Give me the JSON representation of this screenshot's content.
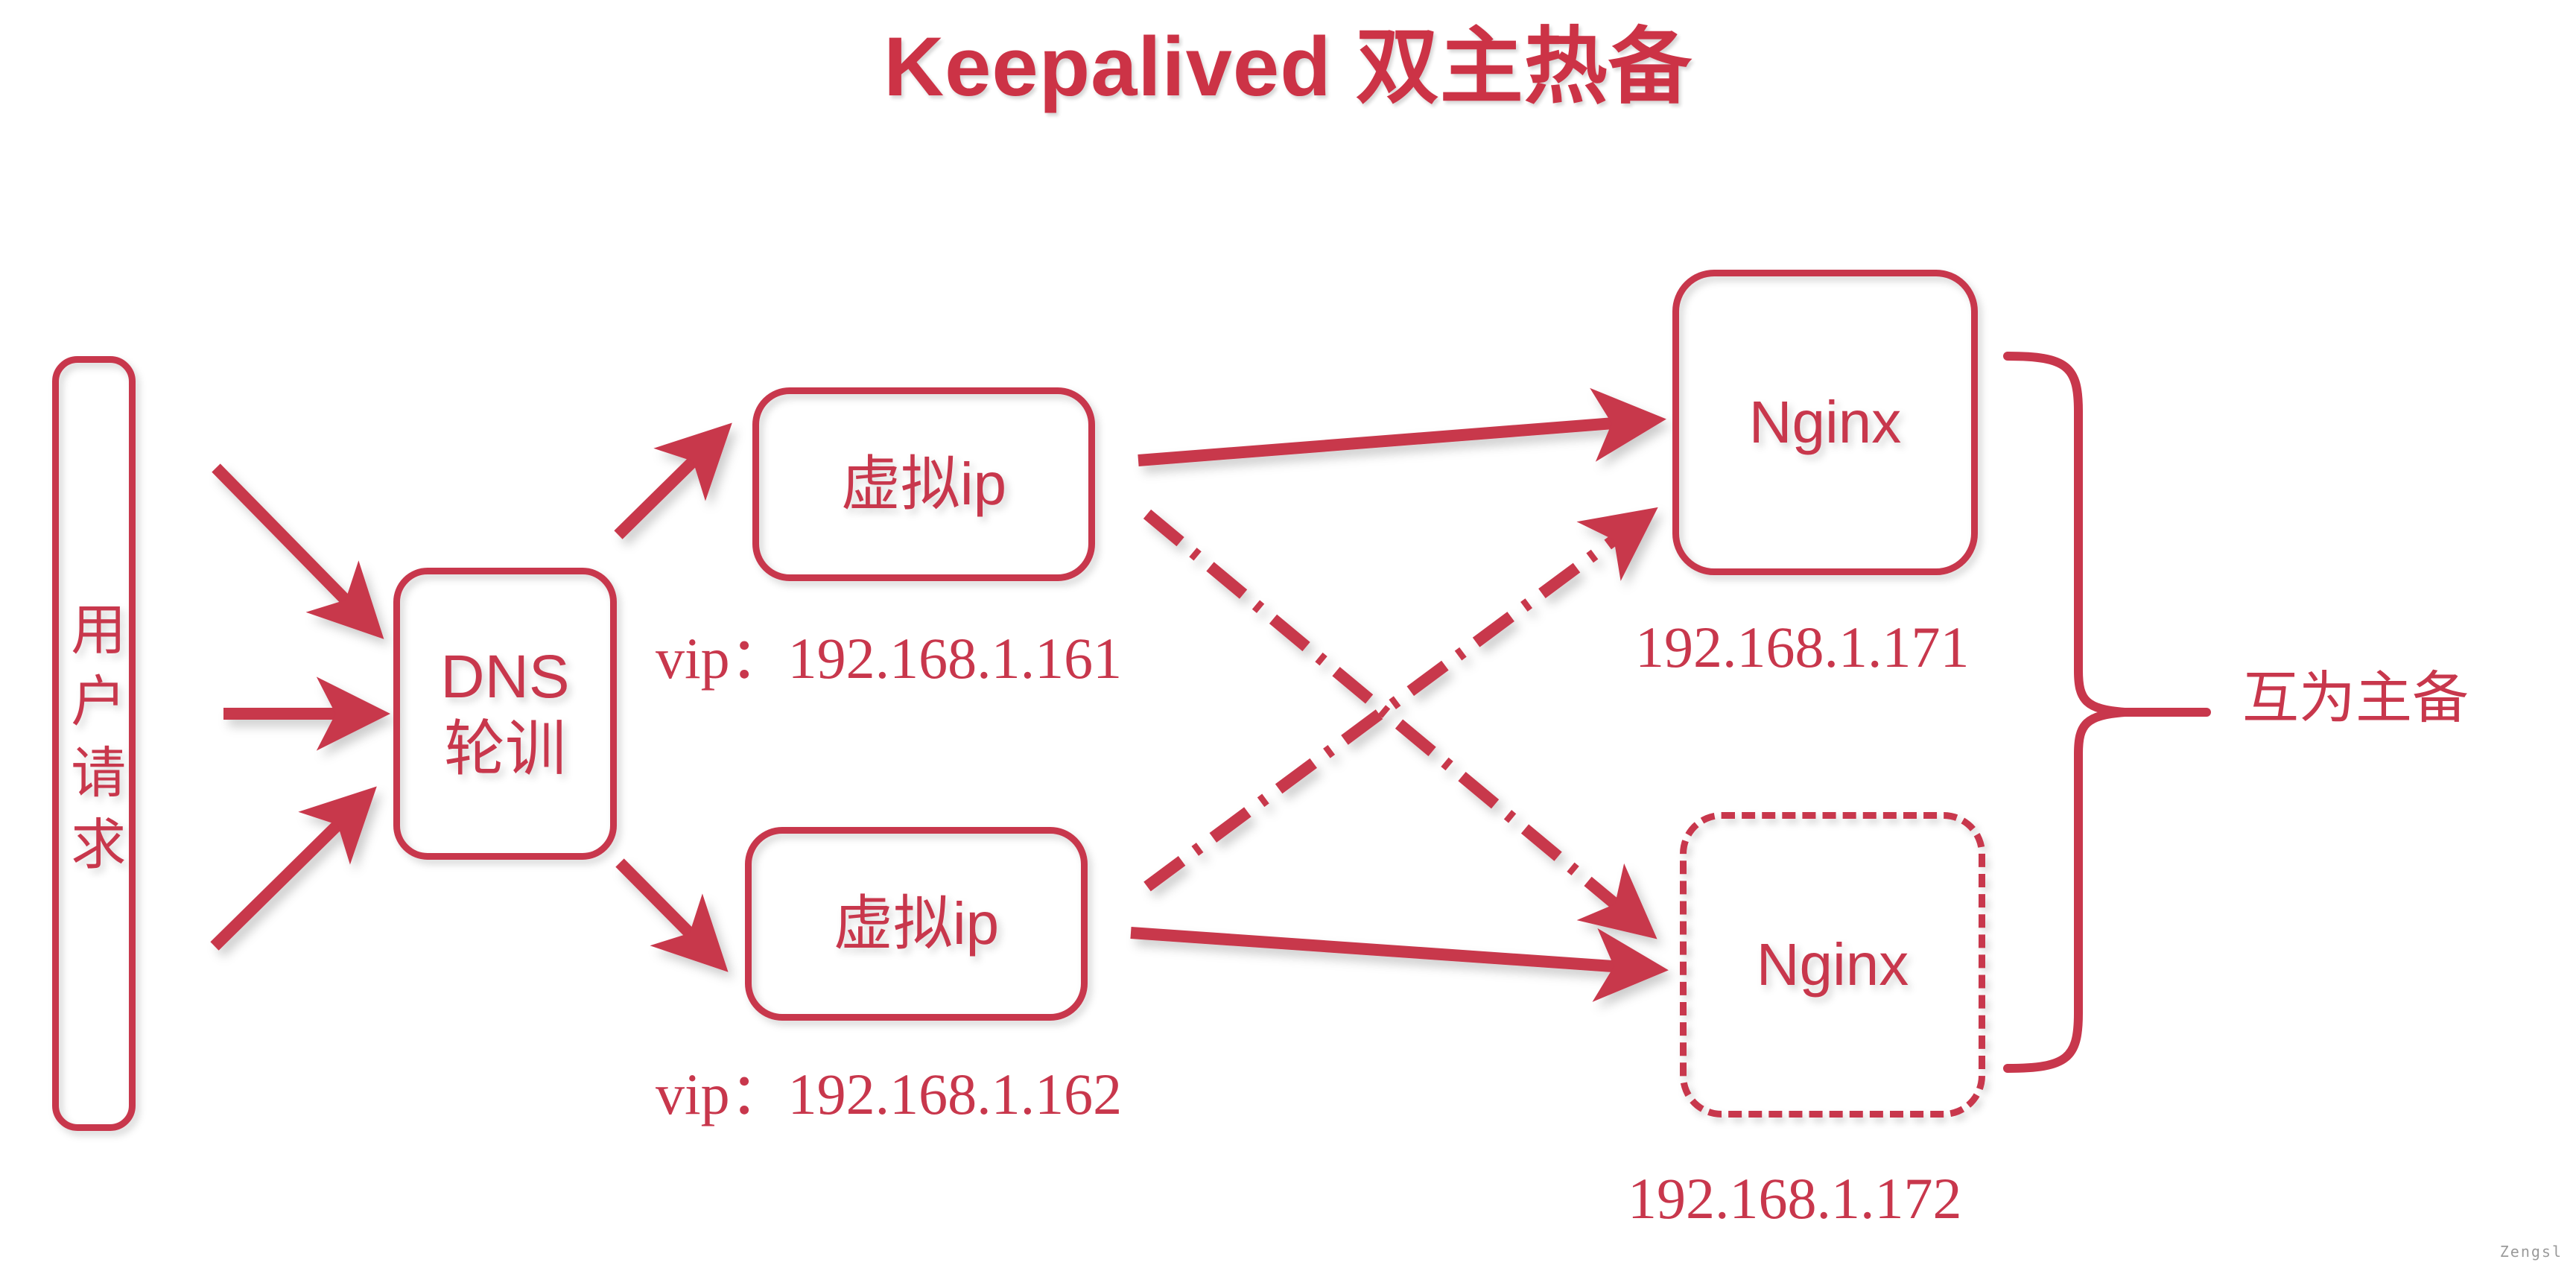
{
  "page": {
    "title": "Keepalived 双主热备",
    "background_color": "#ffffff",
    "accent_color": "#C8374C",
    "title_color": "#CC3346",
    "watermark": "Zengsl"
  },
  "nodes": {
    "user_request": {
      "label": "用户请求",
      "shape": "rounded-rect",
      "border": "solid"
    },
    "dns": {
      "label": "DNS\n轮训",
      "shape": "rounded-rect",
      "border": "solid"
    },
    "vip_1": {
      "label": "虚拟ip",
      "shape": "rounded-rect",
      "border": "solid"
    },
    "vip_2": {
      "label": "虚拟ip",
      "shape": "rounded-rect",
      "border": "solid"
    },
    "nginx_1": {
      "label": "Nginx",
      "shape": "rounded-rect",
      "border": "solid"
    },
    "nginx_2": {
      "label": "Nginx",
      "shape": "rounded-rect",
      "border": "dash-dot"
    }
  },
  "captions": {
    "vip_1_addr": "vip：192.168.1.161",
    "vip_2_addr": "vip：192.168.1.162",
    "nginx_1_addr": "192.168.1.171",
    "nginx_2_addr": "192.168.1.172",
    "mutual_backup": "互为主备"
  },
  "edges": [
    {
      "from": "user_request",
      "to": "dns",
      "style": "solid",
      "arrow": true,
      "direction": "down-right"
    },
    {
      "from": "user_request",
      "to": "dns",
      "style": "solid",
      "arrow": true,
      "direction": "right"
    },
    {
      "from": "user_request",
      "to": "dns",
      "style": "solid",
      "arrow": true,
      "direction": "up-right"
    },
    {
      "from": "dns",
      "to": "vip_1",
      "style": "solid",
      "arrow": true,
      "direction": "up-right"
    },
    {
      "from": "dns",
      "to": "vip_2",
      "style": "solid",
      "arrow": true,
      "direction": "down-right"
    },
    {
      "from": "vip_1",
      "to": "nginx_1",
      "style": "solid",
      "arrow": true,
      "direction": "right"
    },
    {
      "from": "vip_1",
      "to": "nginx_2",
      "style": "dash-dot",
      "arrow": true,
      "direction": "down-right"
    },
    {
      "from": "vip_2",
      "to": "nginx_2",
      "style": "solid",
      "arrow": true,
      "direction": "right"
    },
    {
      "from": "vip_2",
      "to": "nginx_1",
      "style": "dash-dot",
      "arrow": true,
      "direction": "up-right"
    }
  ],
  "brace": {
    "groups": [
      "nginx_1",
      "nginx_2"
    ],
    "label": "互为主备",
    "orientation": "right"
  }
}
